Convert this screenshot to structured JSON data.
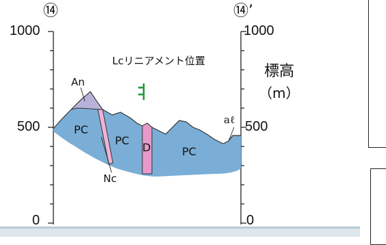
{
  "section": {
    "left_marker": "⑭",
    "right_marker": "⑭’"
  },
  "axis": {
    "left_ticks": [
      "1000",
      "500",
      "0"
    ],
    "right_ticks": [
      "1000",
      "500",
      "0"
    ],
    "unit_label_1": "標高",
    "unit_label_2": "（m）"
  },
  "diagram": {
    "lineament_label": "Lcリニアメント位置",
    "labels": {
      "An": "An",
      "PC1": "PC",
      "PC2": "PC",
      "PC3": "PC",
      "D": "D",
      "Nc": "Nc",
      "al": "aℓ"
    },
    "lineament_symbol": "‡"
  },
  "colors": {
    "pc": "#7aaed6",
    "andesite": "#b9b2d8",
    "dike": "#e79ac9",
    "lineament": "#1f9a3a"
  }
}
